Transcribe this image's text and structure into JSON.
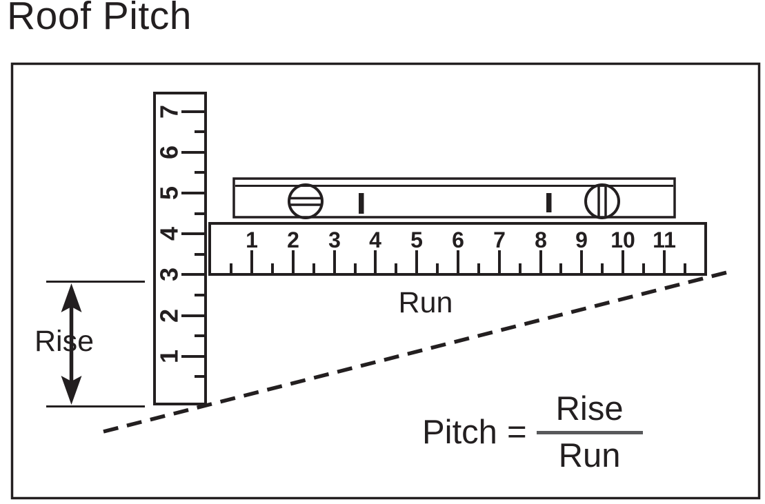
{
  "title": "Roof Pitch",
  "colors": {
    "ink": "#231f20",
    "fraction_bar": "#58595b",
    "background": "#ffffff"
  },
  "labels": {
    "rise": "Rise",
    "run": "Run"
  },
  "formula": {
    "lhs": "Pitch",
    "equals": "=",
    "numerator": "Rise",
    "denominator": "Run"
  },
  "rulers": {
    "rise": {
      "numbers": [
        "1",
        "2",
        "3",
        "4",
        "5",
        "6",
        "7"
      ]
    },
    "run": {
      "numbers": [
        "1",
        "2",
        "3",
        "4",
        "5",
        "6",
        "7",
        "8",
        "9",
        "10",
        "11"
      ]
    }
  }
}
